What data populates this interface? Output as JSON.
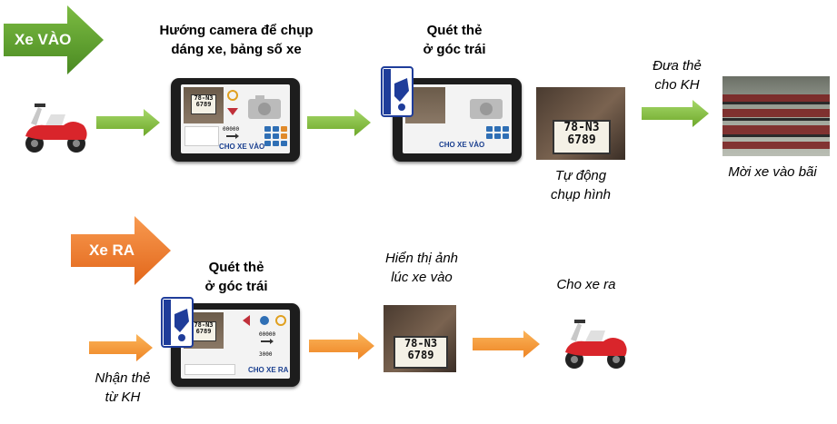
{
  "entry": {
    "tag": "Xe VÀO",
    "step1_title_line1": "Hướng camera để chụp",
    "step1_title_line2": "dáng xe, bảng số xe",
    "step2_title_line1": "Quét thẻ",
    "step2_title_line2": "ở góc trái",
    "auto_capture_line1": "Tự động",
    "auto_capture_line2": "chụp hình",
    "give_card_line1": "Đưa thẻ",
    "give_card_line2": "cho KH",
    "invite_in": "Mời xe vào bãi",
    "button_label": "CHO XE VÀO",
    "plate_line1": "78-N3",
    "plate_line2": "6789",
    "counter": "00000"
  },
  "exit": {
    "tag": "Xe RA",
    "receive_card_line1": "Nhận thẻ",
    "receive_card_line2": "từ KH",
    "scan_title_line1": "Quét thẻ",
    "scan_title_line2": "ở góc trái",
    "show_image_line1": "Hiển thị ảnh",
    "show_image_line2": "lúc xe vào",
    "let_out": "Cho xe ra",
    "button_label": "CHO XE RA",
    "plate_line1": "78-N3",
    "plate_line2": "6789",
    "counter": "00000",
    "fee": "3000"
  },
  "colors": {
    "green_tag": "#5b9a30",
    "green_arrow": "#7fbf2e",
    "orange_tag": "#f07a2a",
    "orange_arrow": "#f5962c",
    "card_blue": "#1f3d9a"
  }
}
